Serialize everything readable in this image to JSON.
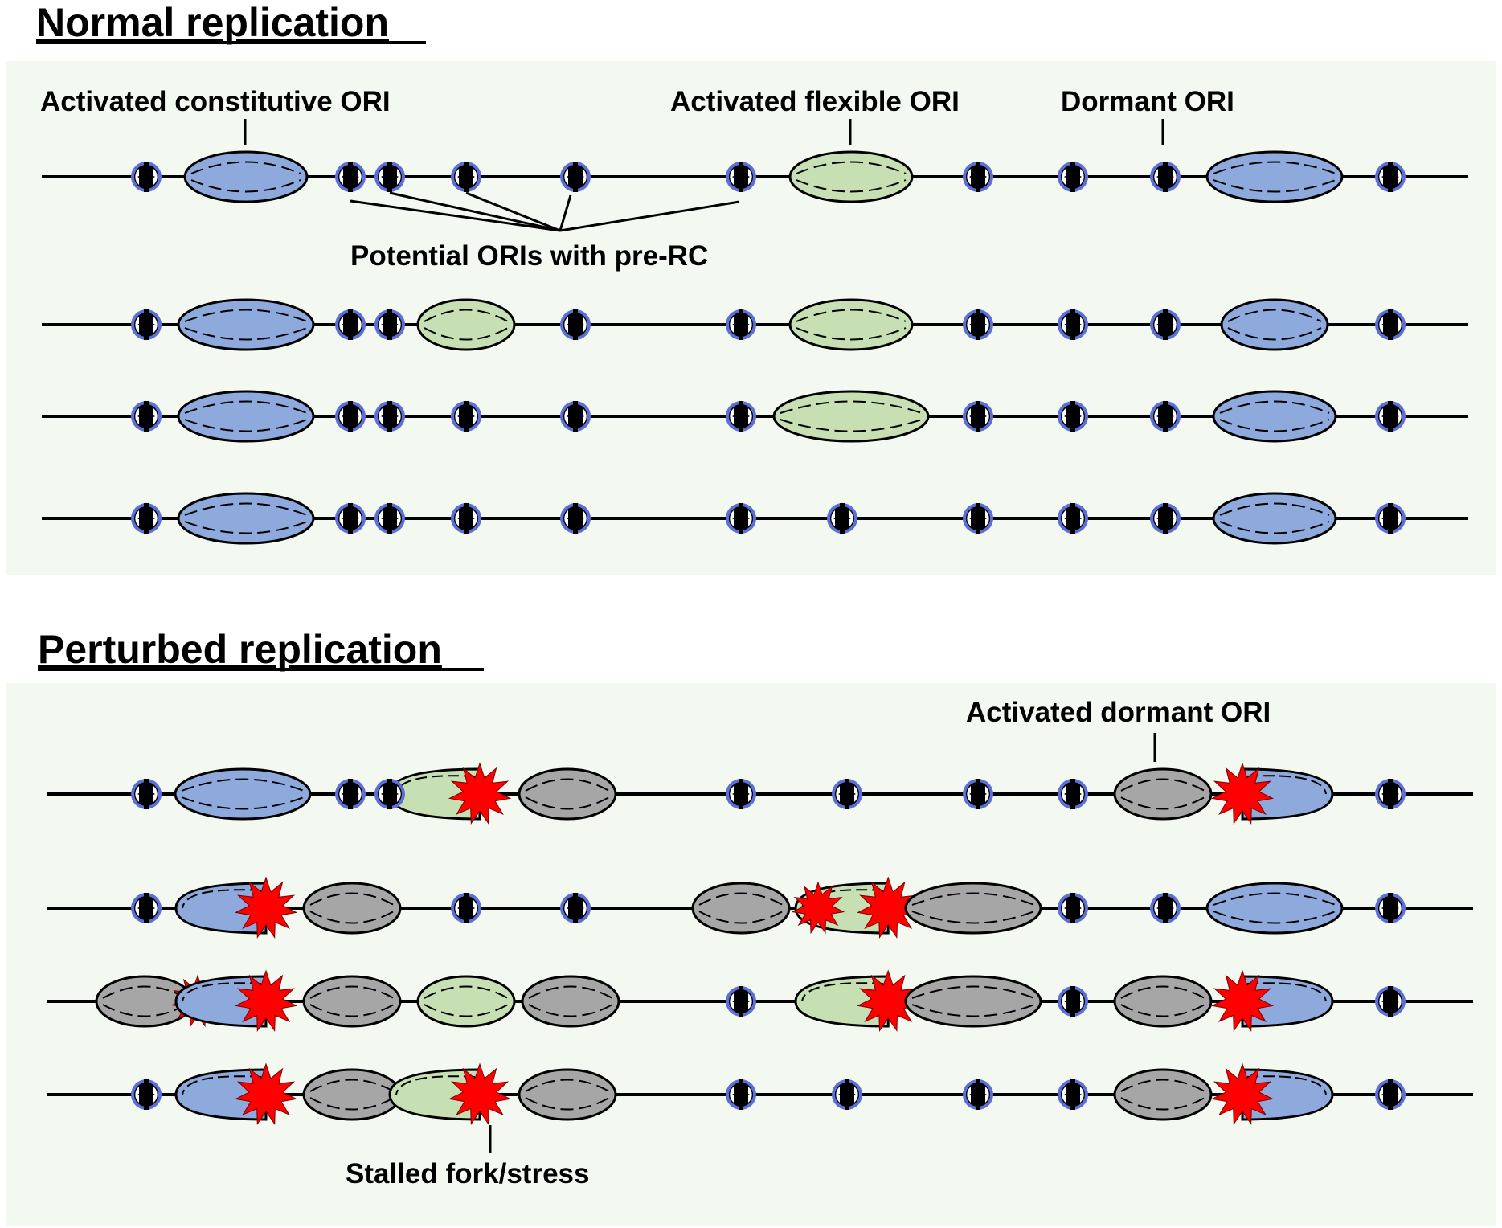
{
  "sections": {
    "normal": {
      "title": "Normal replication"
    },
    "perturbed": {
      "title": "Perturbed replication"
    }
  },
  "labels": {
    "activated_constitutive": "Activated constitutive ORI",
    "activated_flexible": "Activated flexible ORI",
    "dormant": "Dormant ORI",
    "potential": "Potential ORIs with pre-RC",
    "activated_dormant": "Activated dormant ORI",
    "stalled": "Stalled fork/stress"
  },
  "colors": {
    "panel_bg": "#f3f8f1",
    "constitutive": "#8ea9db",
    "flexible": "#c6e0b4",
    "gray": "#a6a6a6",
    "stress": "#ff0000",
    "ori_ring": "#5b6fd6",
    "line": "#000000"
  },
  "legend_of_shapes": {
    "ori_symbol": "pre-RC-icon",
    "blue_bubble": "constitutive ORI replication bubble",
    "green_bubble": "flexible ORI replication bubble",
    "gray_bubble": "dormant ORI replication bubble",
    "red_burst": "stalled-fork-icon"
  }
}
